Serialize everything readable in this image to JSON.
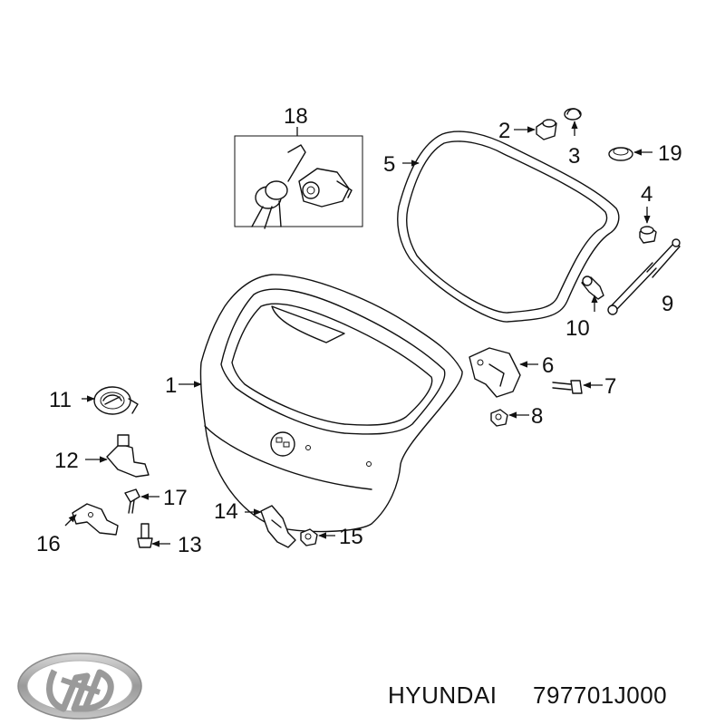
{
  "callouts": {
    "c1": "1",
    "c2": "2",
    "c3": "3",
    "c4": "4",
    "c5": "5",
    "c6": "6",
    "c7": "7",
    "c8": "8",
    "c9": "9",
    "c10": "10",
    "c11": "11",
    "c12": "12",
    "c13": "13",
    "c14": "14",
    "c15": "15",
    "c16": "16",
    "c17": "17",
    "c18": "18",
    "c19": "19"
  },
  "caption": {
    "brand": "HYUNDAI",
    "part_number": "797701J000"
  },
  "logo": {
    "name": "hyundai-logo",
    "color": "#9a9a9a"
  }
}
